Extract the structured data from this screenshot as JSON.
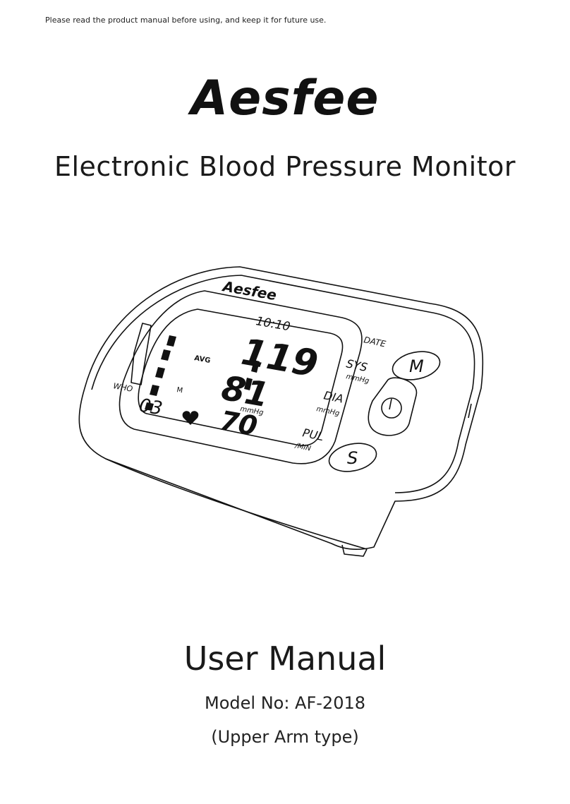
{
  "notice": "Please read the product manual before using, and keep it for future use.",
  "brand": "Aesfee",
  "product_title": "Electronic Blood Pressure Monitor",
  "device": {
    "brand_label": "Aesfee",
    "lcd": {
      "time": "10:10",
      "systolic": "119",
      "diastolic": "81",
      "pulse": "70",
      "memory": "03",
      "avg_label": "AVG",
      "unit": "mmHg",
      "m_label": "M",
      "who_label": "WHO"
    },
    "labels": {
      "date": "DATE",
      "sys": "SYS",
      "sys_unit": "mmHg",
      "dia": "DIA",
      "dia_unit": "mmHg",
      "pul": "PUL",
      "pul_unit": "/MIN"
    },
    "buttons": {
      "m": "M",
      "s": "S"
    }
  },
  "manual_title": "User Manual",
  "model": "Model No: AF-2018",
  "type": "(Upper Arm type)"
}
